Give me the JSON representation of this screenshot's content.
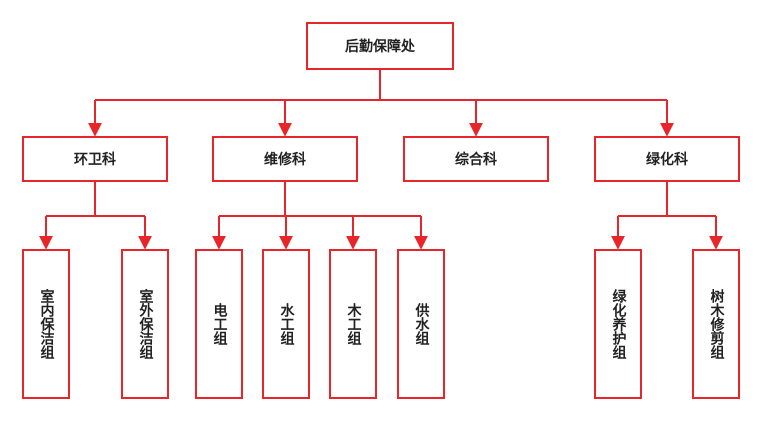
{
  "colors": {
    "stroke": "#e8262a",
    "text": "#222222",
    "background": "#ffffff"
  },
  "root": {
    "label": "后勤保障处"
  },
  "departments": [
    {
      "label": "环卫科"
    },
    {
      "label": "维修科"
    },
    {
      "label": "综合科"
    },
    {
      "label": "绿化科"
    }
  ],
  "groups": [
    {
      "label": "室内保洁组"
    },
    {
      "label": "室外保洁组"
    },
    {
      "label": "电工组"
    },
    {
      "label": "水工组"
    },
    {
      "label": "木工组"
    },
    {
      "label": "供水组"
    },
    {
      "label": "绿化养护组"
    },
    {
      "label": "树木修剪组"
    }
  ]
}
